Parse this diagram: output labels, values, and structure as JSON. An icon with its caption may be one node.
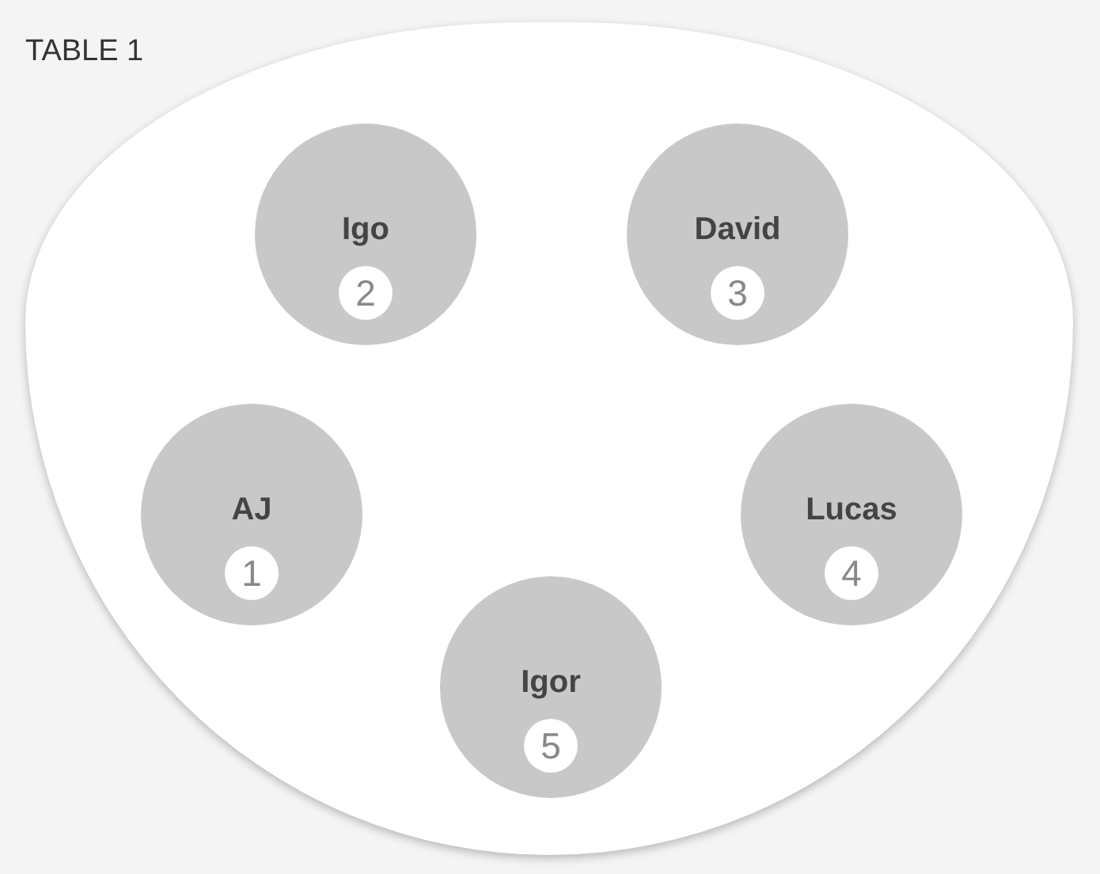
{
  "diagram": {
    "nodes": [
      {
        "text": [
          "TABLE 1"
        ]
      },
      {
        "text": [
          "Igo",
          "2"
        ],
        "in": 0
      },
      {
        "text": [
          "David",
          "3"
        ],
        "in": 0
      },
      {
        "text": [
          "AJ",
          "1"
        ],
        "in": 0
      },
      {
        "text": [
          "Lucas",
          "4"
        ],
        "in": 0
      },
      {
        "text": [
          "Igor",
          "5"
        ],
        "in": 0
      }
    ]
  }
}
